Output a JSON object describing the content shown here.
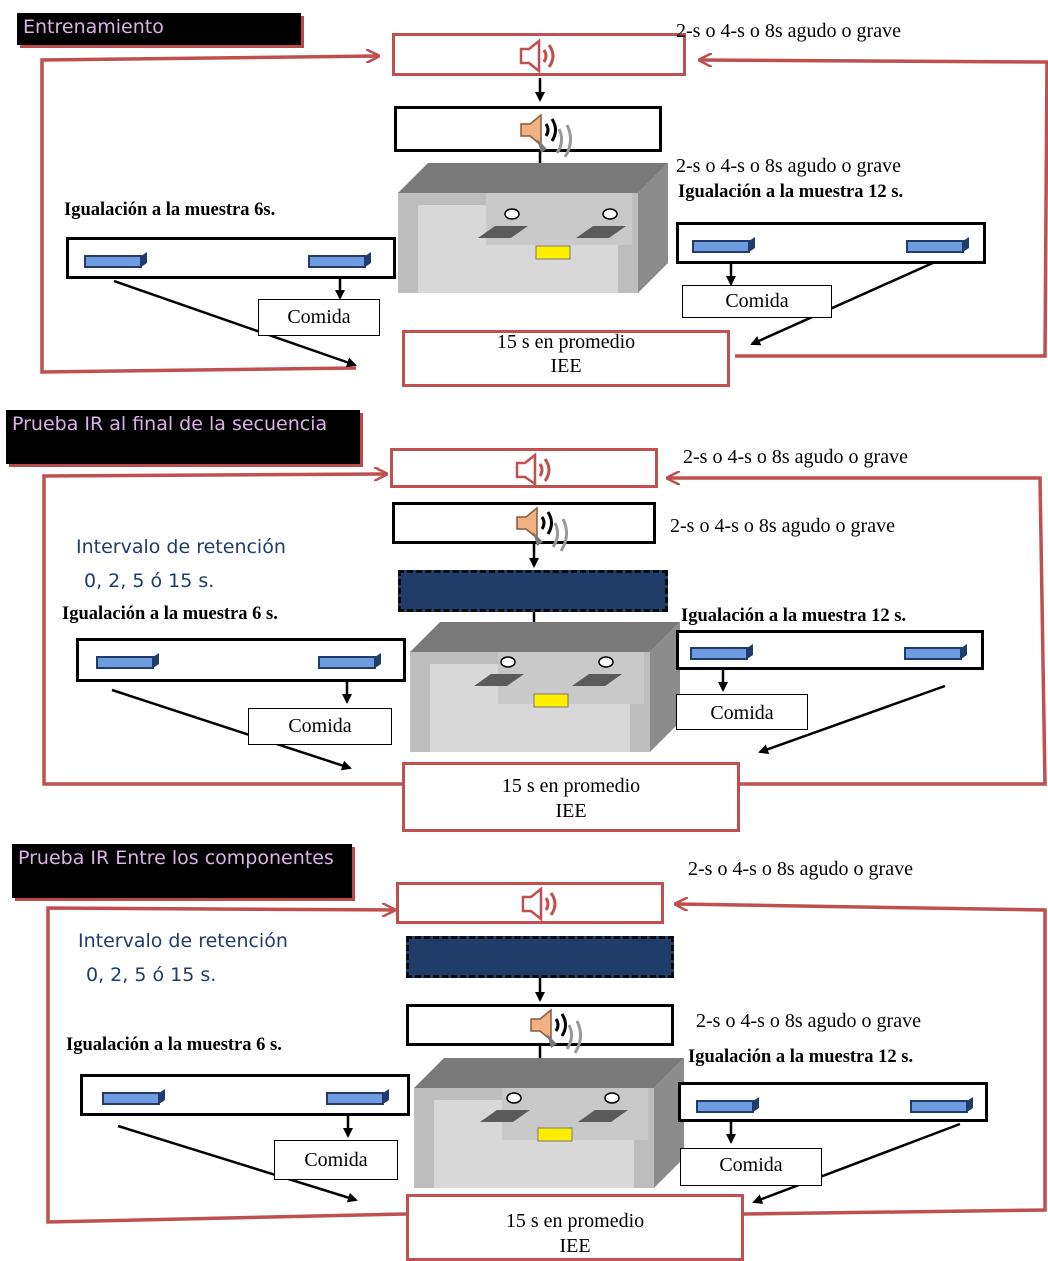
{
  "panel_training": {
    "title": "Entrenamiento",
    "sample_label": "2-s o 4-s o 8s agudo o grave",
    "comparison_label": "2-s o 4-s o 8s agudo o grave",
    "match_6s": "Igualación a la muestra 6s.",
    "match_12s": "Igualación a la muestra 12 s.",
    "food_left": "Comida",
    "food_right": "Comida",
    "iti_line1": "15 s en promedio",
    "iti_line2": "IEE"
  },
  "panel_ir_end": {
    "title": "Prueba IR al final de la secuencia",
    "sample_label": "2-s o 4-s o 8s agudo o grave",
    "comparison_label": "2-s o 4-s o 8s agudo o grave",
    "retention_line1": "Intervalo de retención",
    "retention_line2": "0, 2, 5 ó 15 s.",
    "match_6s": "Igualación a la muestra 6 s.",
    "match_12s": "Igualación a la muestra 12 s.",
    "food_left": "Comida",
    "food_right": "Comida",
    "iti_line1": "15 s  en promedio",
    "iti_line2": "IEE"
  },
  "panel_ir_between": {
    "title": "Prueba IR Entre los componentes",
    "sample_label": "2-s o 4-s o 8s agudo o grave",
    "comparison_label": "2-s o 4-s o 8s agudo o grave",
    "retention_line1": "Intervalo de retención",
    "retention_line2": "0, 2, 5 ó 15 s.",
    "match_6s": "Igualación a la muestra 6 s.",
    "match_12s": "Igualación a la muestra 12 s.",
    "food_left": "Comida",
    "food_right": "Comida",
    "iti_line1": "15 s  en promedio",
    "iti_line2": "IEE"
  },
  "colors": {
    "loop_red": "#c0504d",
    "retention_navy": "#1f3d68",
    "lever_blue": "#6f9be0",
    "speaker_orange": "#f2b183",
    "food_light_yellow": "#ffee00"
  },
  "icons": [
    "speaker-icon",
    "speaker-sound-icon",
    "lever-icon",
    "operant-chamber-icon"
  ]
}
